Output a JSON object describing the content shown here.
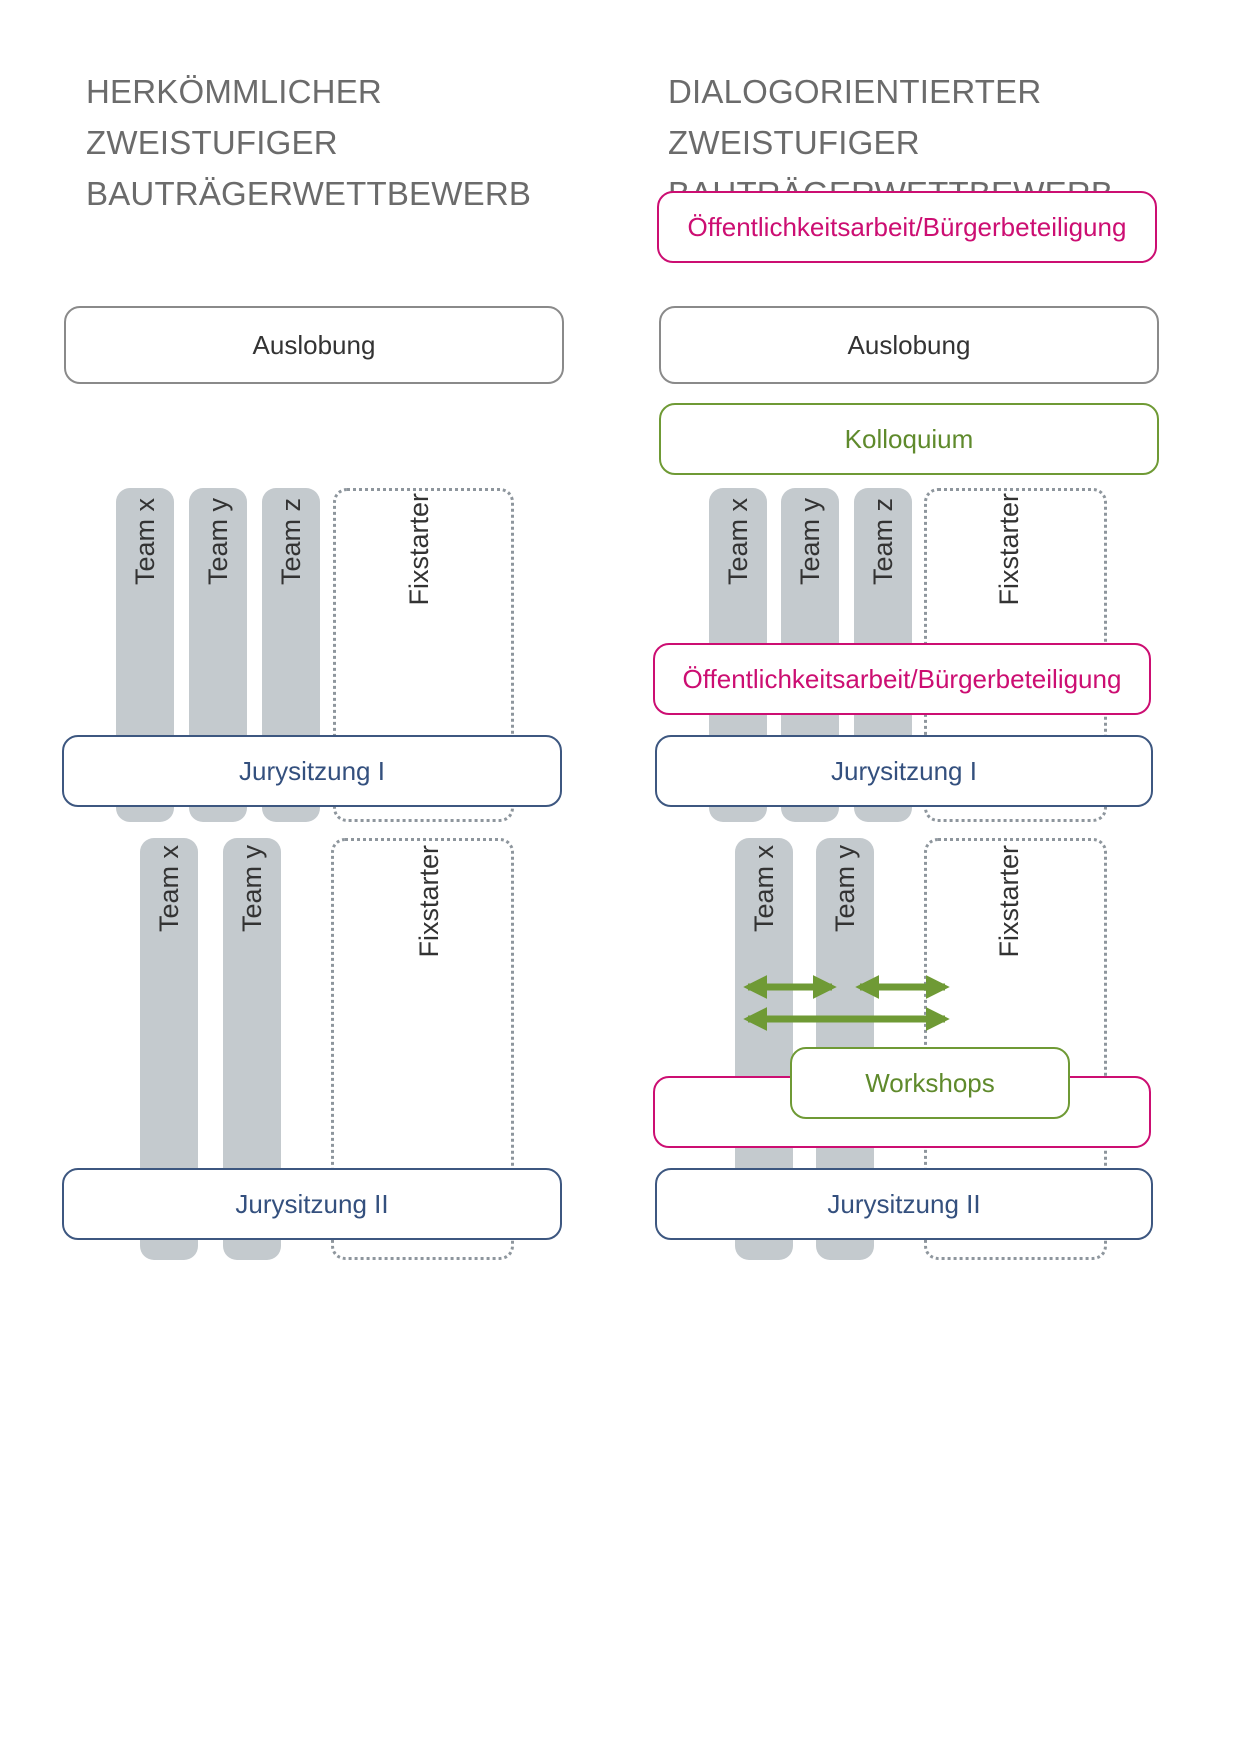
{
  "left": {
    "title": "HERKÖMMLICHER ZWEISTUFIGER\nBAUTRÄGERWETTBEWERB",
    "auslobung": "Auslobung",
    "stage1": {
      "teams": [
        "Team x",
        "Team y",
        "Team z"
      ],
      "fixstarter": "Fixstarter"
    },
    "jury1": "Jurysitzung I",
    "stage2": {
      "teams": [
        "Team x",
        "Team y"
      ],
      "fixstarter": "Fixstarter"
    },
    "jury2": "Jurysitzung II"
  },
  "right": {
    "title": "DIALOGORIENTIERTER ZWEISTUFIGER\nBAUTRÄGERWETTBEWERB",
    "public1": "Öffentlichkeitsarbeit/Bürgerbeteiligung",
    "auslobung": "Auslobung",
    "kolloquium": "Kolloquium",
    "stage1": {
      "teams": [
        "Team x",
        "Team y",
        "Team z"
      ],
      "fixstarter": "Fixstarter"
    },
    "public2": "Öffentlichkeitsarbeit/Bürgerbeteiligung",
    "jury1": "Jurysitzung I",
    "stage2": {
      "teams": [
        "Team x",
        "Team y"
      ],
      "fixstarter": "Fixstarter"
    },
    "workshops": "Workshops",
    "jury2": "Jurysitzung II"
  },
  "colors": {
    "neutral": "#8a8a8a",
    "green": "#6f9a35",
    "magenta": "#cc0e72",
    "blue": "#3d5780",
    "bar": "#c4cace"
  }
}
